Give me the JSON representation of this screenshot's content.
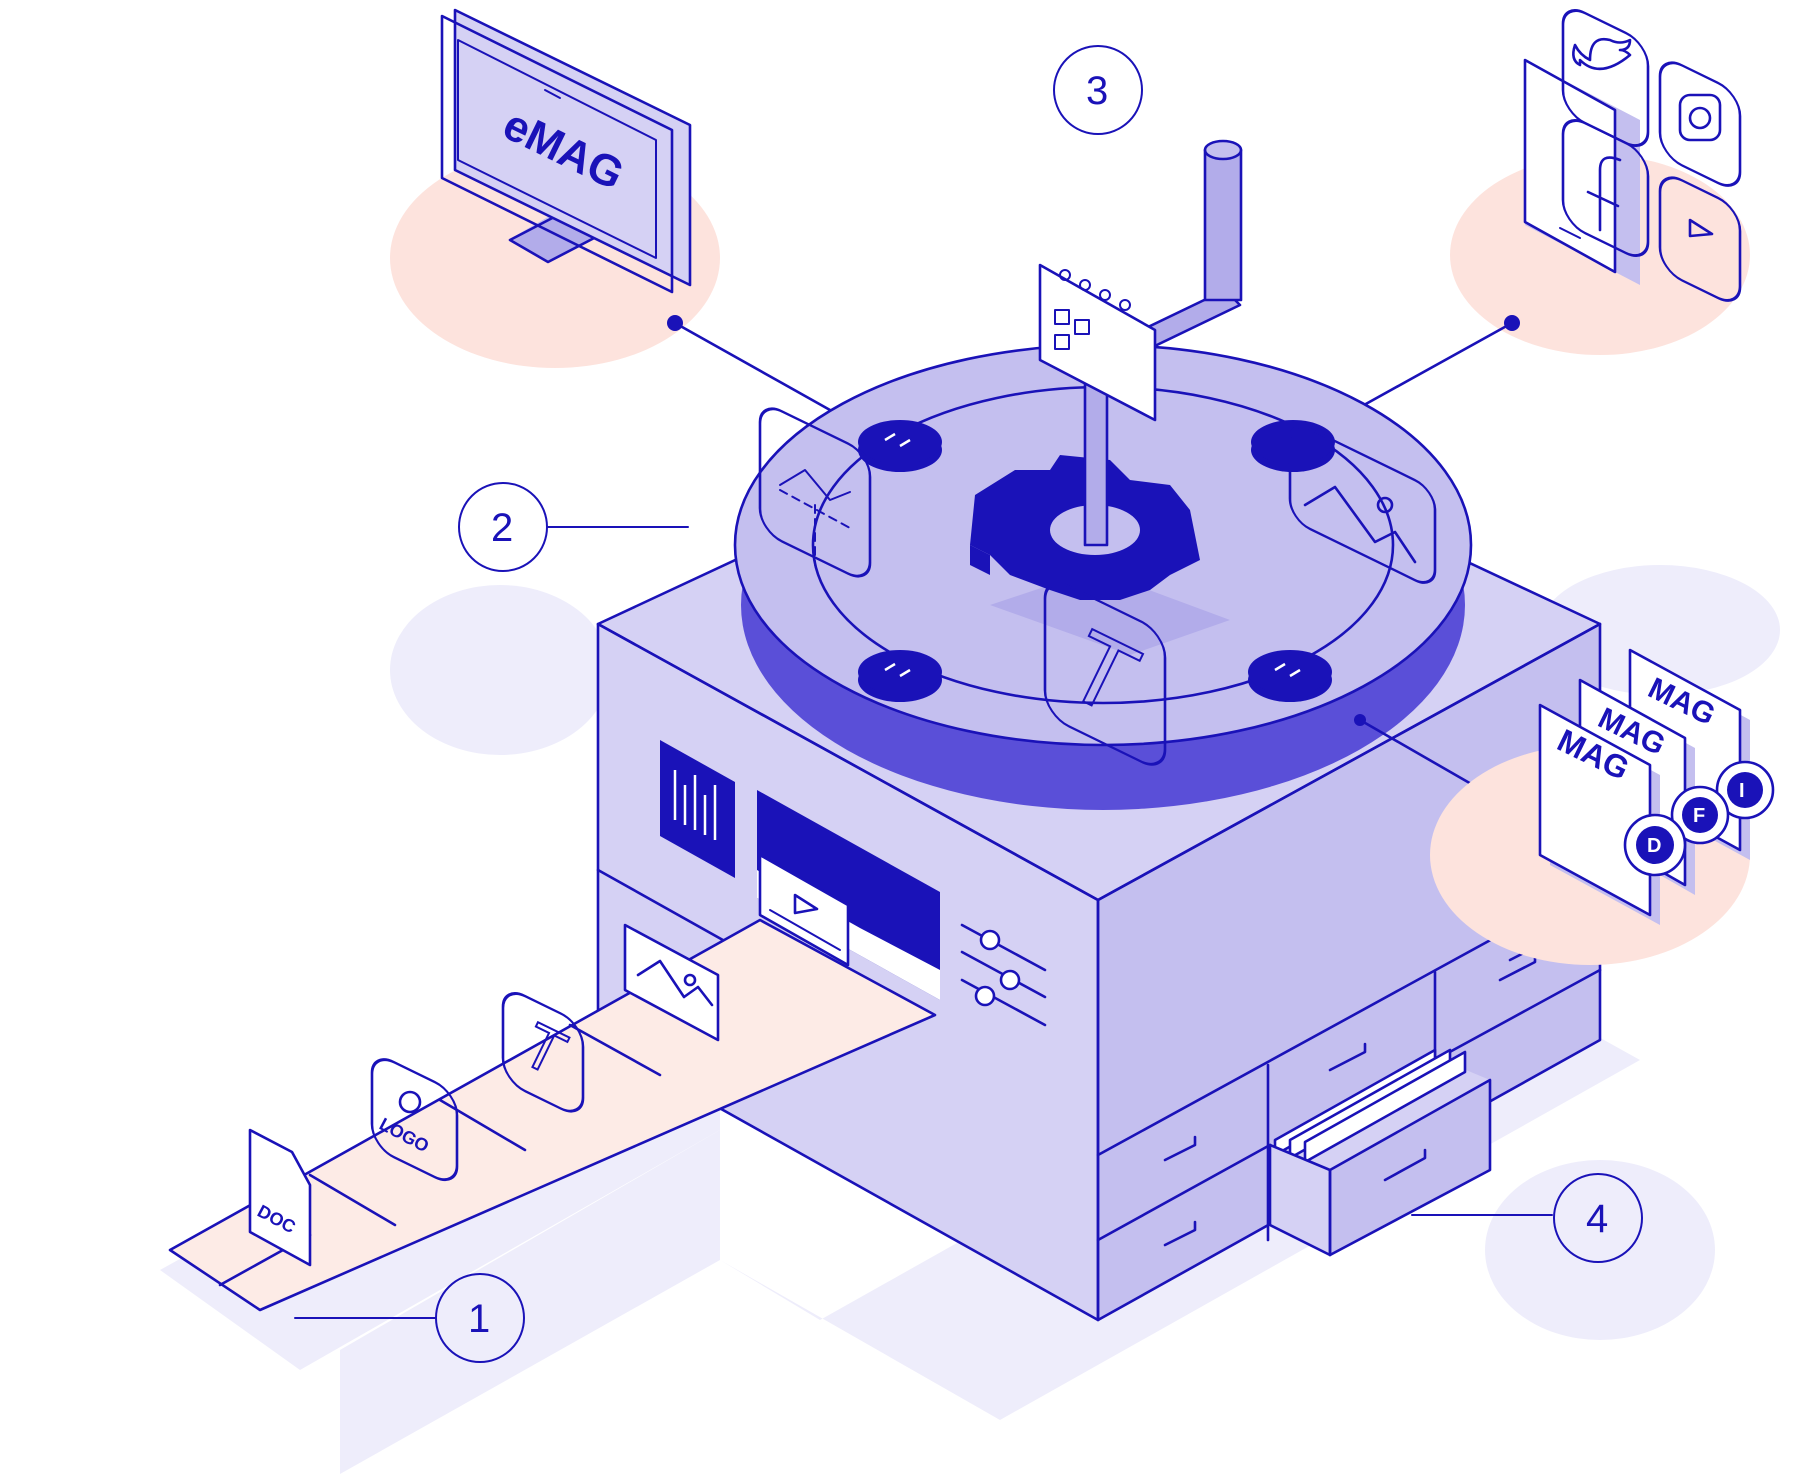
{
  "screen": {
    "monitor_label": "eMAG"
  },
  "callouts": [
    {
      "id": "1",
      "label": "1"
    },
    {
      "id": "2",
      "label": "2"
    },
    {
      "id": "3",
      "label": "3"
    },
    {
      "id": "4",
      "label": "4"
    }
  ],
  "conveyor_items": [
    {
      "icon": "doc-file-icon",
      "label": "DOC"
    },
    {
      "icon": "logo-icon",
      "label": "LOGO"
    },
    {
      "icon": "text-icon",
      "label": "T"
    },
    {
      "icon": "image-icon"
    },
    {
      "icon": "video-icon"
    }
  ],
  "magazines": {
    "title": "MAG",
    "badges": [
      "D",
      "F",
      "I"
    ]
  },
  "social_icons": [
    "twitter-icon",
    "instagram-icon",
    "facebook-icon",
    "youtube-icon"
  ],
  "colors": {
    "primary": "#1a12b8",
    "lavender": "#d5d1f4",
    "peach": "#fde3dd",
    "accent_purple": "#5a4fd8"
  }
}
